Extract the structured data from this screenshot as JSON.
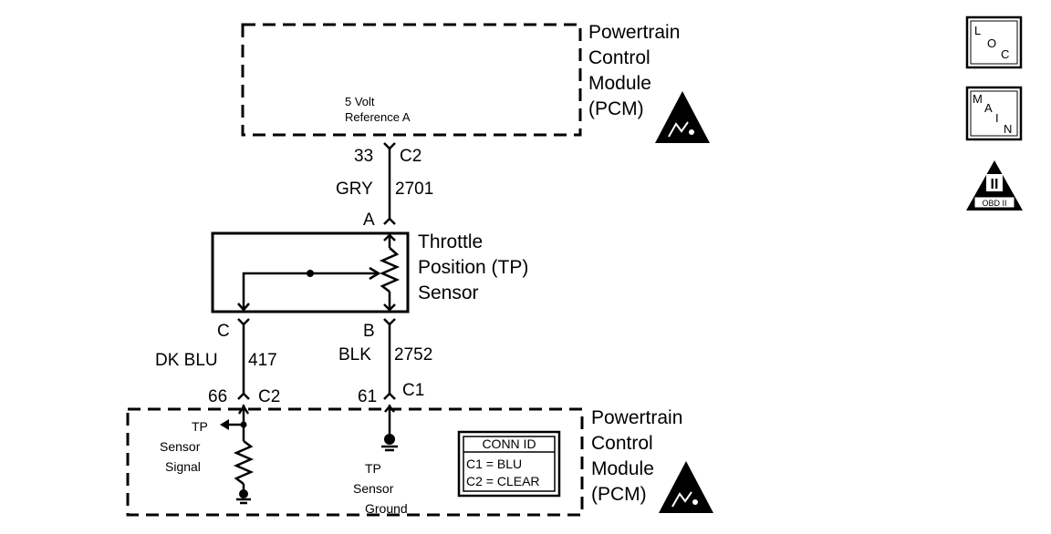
{
  "pcm_top": {
    "title_lines": [
      "Powertrain",
      "Control",
      "Module",
      "(PCM)"
    ],
    "ref_lines": [
      "5 Volt",
      "Reference A"
    ]
  },
  "wire_ref": {
    "pin": "33",
    "connector": "C2",
    "color": "GRY",
    "circuit": "2701",
    "terminal": "A"
  },
  "tp_sensor": {
    "title_lines": [
      "Throttle",
      "Position (TP)",
      "Sensor"
    ]
  },
  "wire_signal": {
    "terminal": "C",
    "color": "DK BLU",
    "circuit": "417",
    "pin": "66",
    "connector": "C2"
  },
  "wire_ground": {
    "terminal": "B",
    "color": "BLK",
    "circuit": "2752",
    "pin": "61",
    "connector": "C1"
  },
  "pcm_bottom": {
    "title_lines": [
      "Powertrain",
      "Control",
      "Module",
      "(PCM)"
    ],
    "signal_lines": [
      "TP",
      "Sensor",
      "Signal"
    ],
    "ground_lines": [
      "TP",
      "Sensor",
      "Ground"
    ]
  },
  "conn_id": {
    "header": "CONN ID",
    "rows": [
      "C1 = BLU",
      "C2 = CLEAR"
    ]
  },
  "legend_icons": {
    "loc": {
      "letters": [
        "L",
        "O",
        "C"
      ]
    },
    "main": {
      "letters": [
        "M",
        "A",
        "I",
        "N"
      ]
    },
    "obd": {
      "numeral": "II",
      "label": "OBD II"
    }
  }
}
